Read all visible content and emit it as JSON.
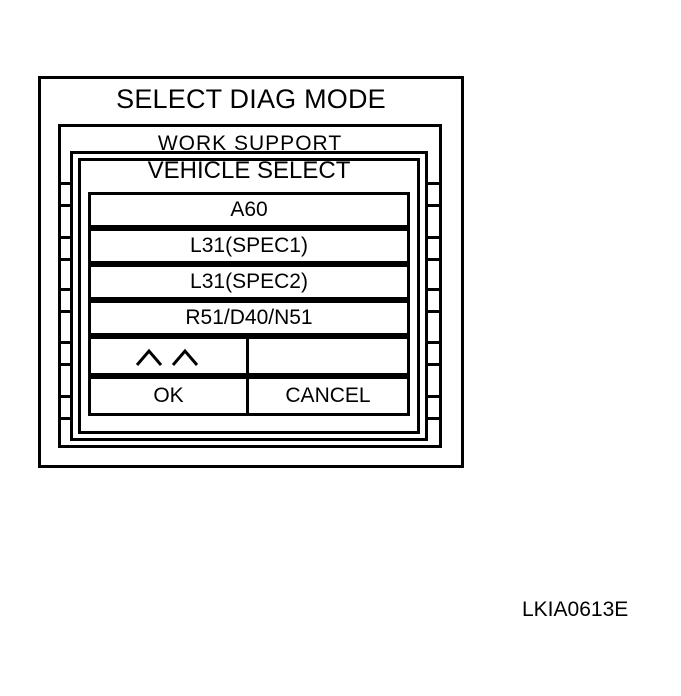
{
  "screen": {
    "title": "SELECT DIAG MODE",
    "background_item": "WORK SUPPORT"
  },
  "dialog": {
    "title": "VEHICLE SELECT",
    "options": [
      "A60",
      "L31(SPEC1)",
      "L31(SPEC2)",
      "R51/D40/N51"
    ],
    "scroll_up_label": "⌃⌃",
    "ok_label": "OK",
    "cancel_label": "CANCEL"
  },
  "figure_code": "LKIA0613E"
}
